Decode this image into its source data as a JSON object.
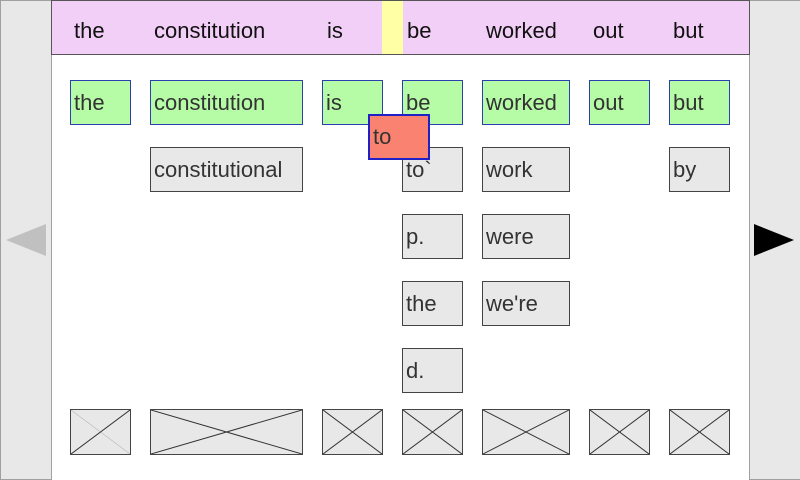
{
  "sentence": [
    "the",
    "constitution",
    "is",
    "be",
    "worked",
    "out",
    "but"
  ],
  "columns": [
    {
      "selected": "the",
      "alternatives": []
    },
    {
      "selected": "constitution",
      "alternatives": [
        "constitutional"
      ]
    },
    {
      "selected": "is",
      "alternatives": []
    },
    {
      "selected": "be",
      "alternatives": [
        "to`",
        "p.",
        "the",
        "d."
      ]
    },
    {
      "selected": "worked",
      "alternatives": [
        "work",
        "were",
        "we're"
      ]
    },
    {
      "selected": "out",
      "alternatives": []
    },
    {
      "selected": "but",
      "alternatives": [
        "by"
      ]
    }
  ],
  "dragged_word": "to",
  "colors": {
    "sentence_bar": "#f2cff7",
    "insertion_marker": "#ffffa6",
    "selected_word": "#b6fba6",
    "alternative_word": "#e8e8e8",
    "dragged_word": "#fa8270"
  }
}
